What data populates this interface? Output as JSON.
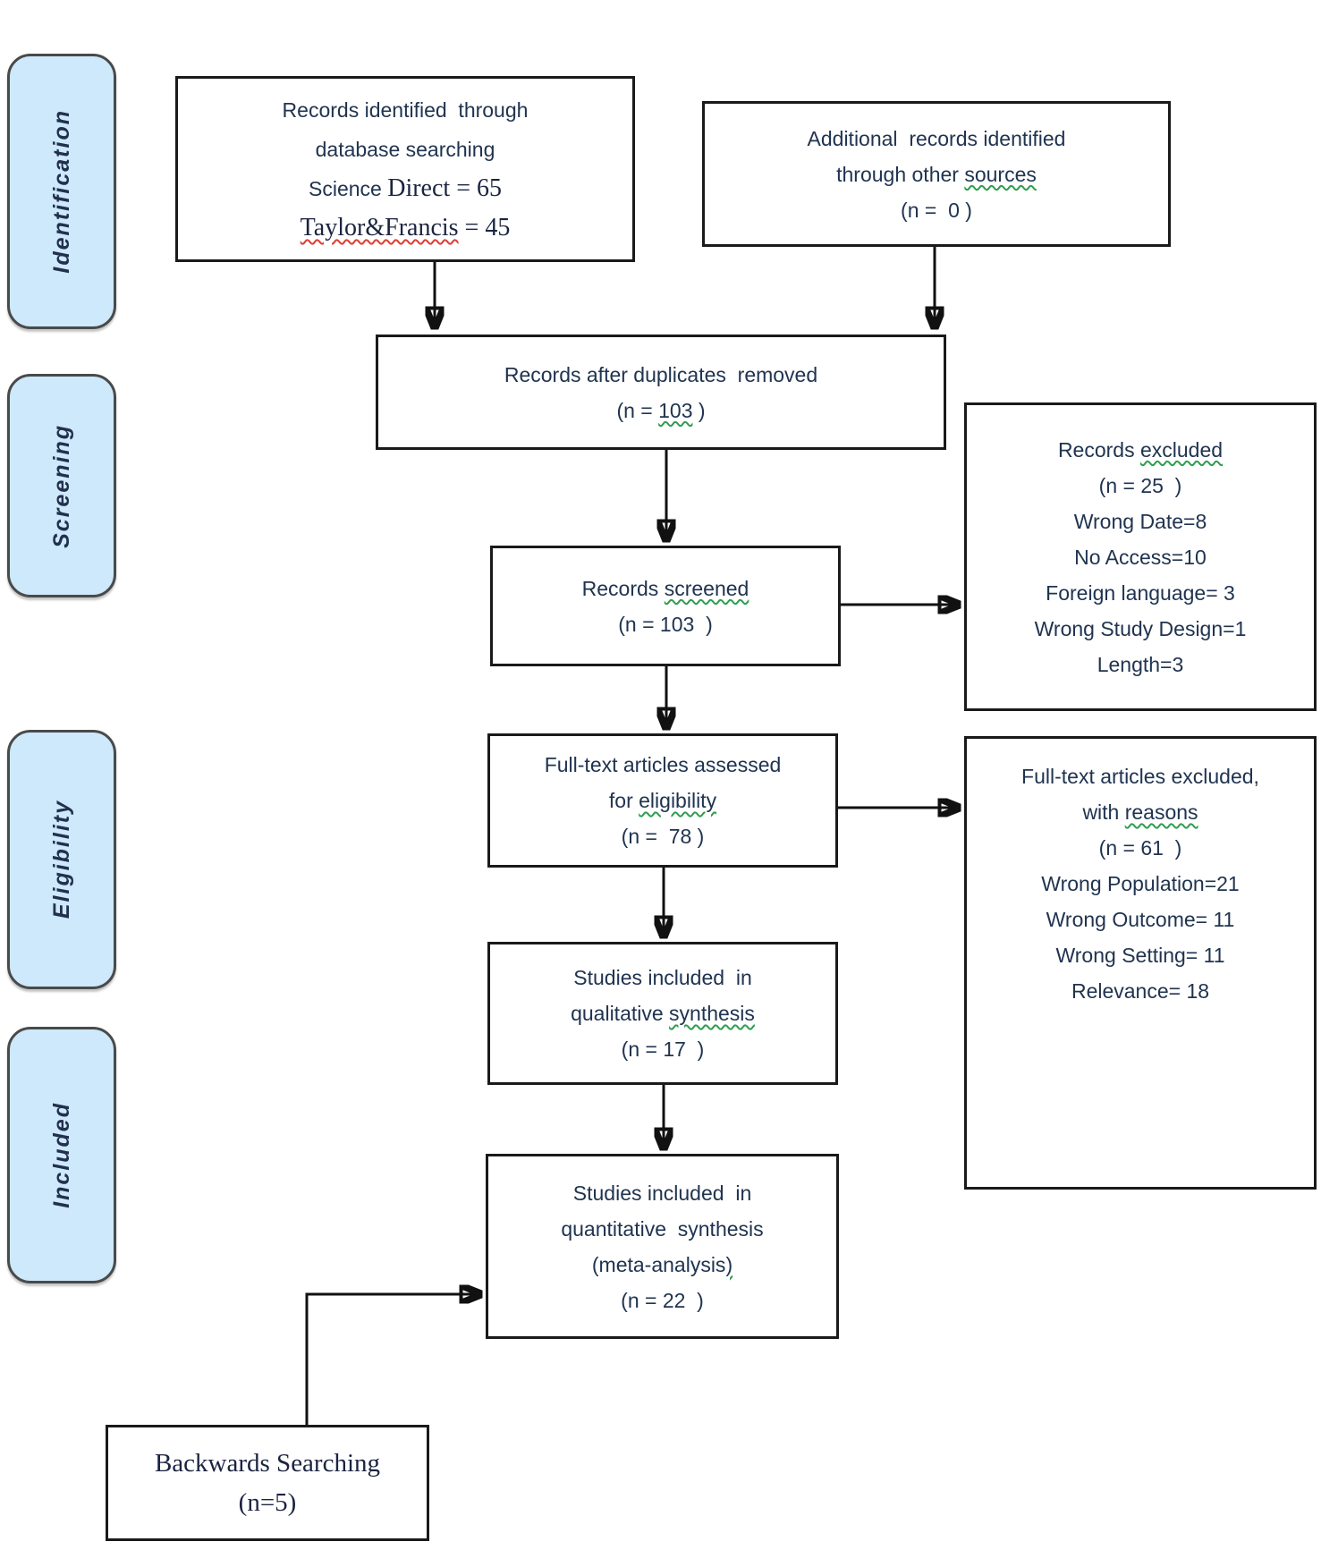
{
  "colors": {
    "tab_fill": "#cde9fb",
    "tab_border": "#4a4a4a",
    "box_border": "#1a1a1a",
    "text_main": "#203450",
    "text_serif": "#1b2440",
    "squiggle_red": "#e03c31",
    "squiggle_green": "#2e9e4f"
  },
  "stages": {
    "identification": "Identification",
    "screening": "Screening",
    "eligibility": "Eligibility",
    "included": "Included"
  },
  "boxes": {
    "records_identified": {
      "l1": "Records identified  through",
      "l2": "database searching",
      "l3a": "Science ",
      "l3b": "Direct = 65",
      "l4a": "Taylor&Francis",
      "l4b": " = 45"
    },
    "additional_records": {
      "l1": "Additional  records identified",
      "l2a": "through other ",
      "l2b": "sources",
      "l3": "(n =  0 )"
    },
    "duplicates_removed": {
      "l1": "Records after duplicates  removed",
      "l2a": "(n = ",
      "l2b": "103",
      "l2c": " )"
    },
    "records_screened": {
      "l1a": "Records ",
      "l1b": "screened",
      "l2": "(n = 103  )"
    },
    "records_excluded": {
      "l1a": "Records ",
      "l1b": "excluded",
      "l2": "(n = 25  )",
      "l3": "Wrong Date=8",
      "l4": "No Access=10",
      "l5": "Foreign language= 3",
      "l6": "Wrong Study Design=1",
      "l7": "Length=3"
    },
    "fulltext_assessed": {
      "l1": "Full-text articles assessed",
      "l2a": "for ",
      "l2b": "eligibility",
      "l3": "(n =  78 )"
    },
    "fulltext_excluded": {
      "l1": "Full-text articles excluded,",
      "l2a": "with ",
      "l2b": "reasons",
      "l3": "(n = 61  )",
      "l4": "Wrong Population=21",
      "l5": "Wrong Outcome= 11",
      "l6": "Wrong Setting= 11",
      "l7": "Relevance= 18"
    },
    "qualitative": {
      "l1": "Studies included  in",
      "l2a": "qualitative ",
      "l2b": "synthesis",
      "l3": "(n = 17  )"
    },
    "quantitative": {
      "l1": "Studies included  in",
      "l2": "quantitative  synthesis",
      "l3a": "(meta-analysis",
      "l3b": ")",
      "l4": "(n = 22  )"
    },
    "backwards": {
      "l1": "Backwards Searching",
      "l2": "(n=5)"
    }
  }
}
